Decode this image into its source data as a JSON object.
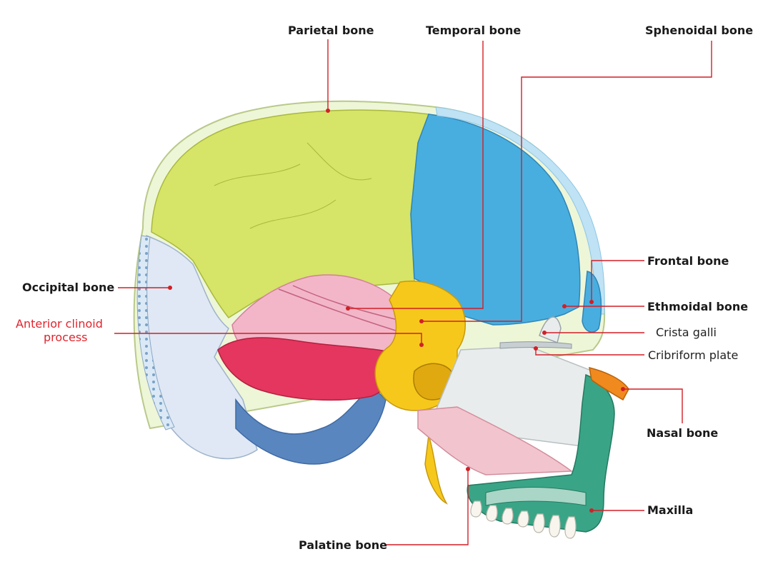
{
  "labels": {
    "parietal": "Parietal bone",
    "temporal": "Temporal bone",
    "sphenoidal": "Sphenoidal bone",
    "frontal": "Frontal bone",
    "occipital": "Occipital bone",
    "ethmoidal": "Ethmoidal bone",
    "crista_galli": "Crista galli",
    "cribriform": "Cribriform plate",
    "anterior_clinoid_1": "Anterior clinoid",
    "anterior_clinoid_2": "process",
    "nasal": "Nasal bone",
    "maxilla": "Maxilla",
    "palatine": "Palatine bone"
  },
  "colors": {
    "leader_line": "#d21f26",
    "parietal": "#d6e467",
    "frontal": "#48aee0",
    "occipital": "#dfe8f4",
    "temporal": "#f2b6c8",
    "sphenoid": "#f7c81c",
    "ethmoid": "#e9ecec",
    "nasal": "#f08a1e",
    "maxilla": "#3aa487",
    "palatine": "#f2c4ce"
  }
}
